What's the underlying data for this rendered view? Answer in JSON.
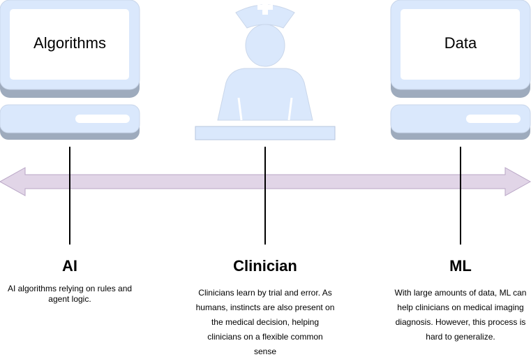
{
  "colors": {
    "fill": "#dae8fc",
    "stroke": "#c9d6ea",
    "shadow": "#9eabbd",
    "arrow_fill": "#e1d5e7",
    "arrow_stroke": "#b9a6c6",
    "line": "#000000"
  },
  "icons": {
    "left_monitor": "computer-icon",
    "center": "nurse-icon",
    "right_monitor": "computer-icon"
  },
  "left_monitor": {
    "label": "Algorithms"
  },
  "right_monitor": {
    "label": "Data"
  },
  "ai": {
    "title": "AI",
    "description": "AI algorithms relying on rules and agent logic."
  },
  "clinician": {
    "title": "Clinician",
    "description": "Clinicians learn by trial and error. As humans, instincts are also present on the medical decision, helping clinicians on a flexible common sense"
  },
  "ml": {
    "title": "ML",
    "description": "With large amounts of data, ML can help clinicians on medical imaging diagnosis. However, this process is hard to generalize."
  }
}
